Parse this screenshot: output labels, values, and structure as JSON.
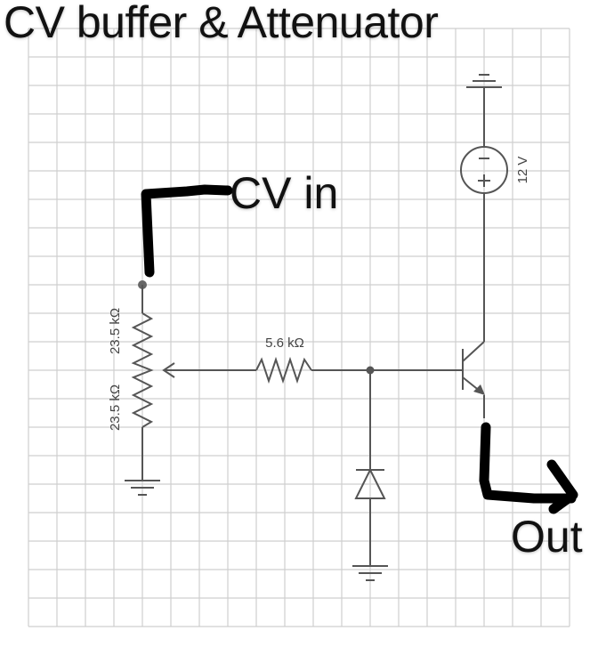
{
  "title": "CV buffer & Attenuator",
  "annotations": {
    "cv_in": "CV in",
    "out": "Out"
  },
  "components": {
    "supply": {
      "label": "12 V",
      "type": "dc-voltage-source"
    },
    "pot_upper": {
      "label": "23.5 kΩ",
      "type": "potentiometer-upper"
    },
    "pot_lower": {
      "label": "23.5 kΩ",
      "type": "potentiometer-lower"
    },
    "series_resistor": {
      "label": "5.6 kΩ",
      "type": "resistor"
    },
    "diode": {
      "type": "diode"
    },
    "transistor": {
      "type": "npn-transistor"
    }
  },
  "colors": {
    "wire": "#555555",
    "grid": "#cfcfcf",
    "ink": "#000000"
  }
}
